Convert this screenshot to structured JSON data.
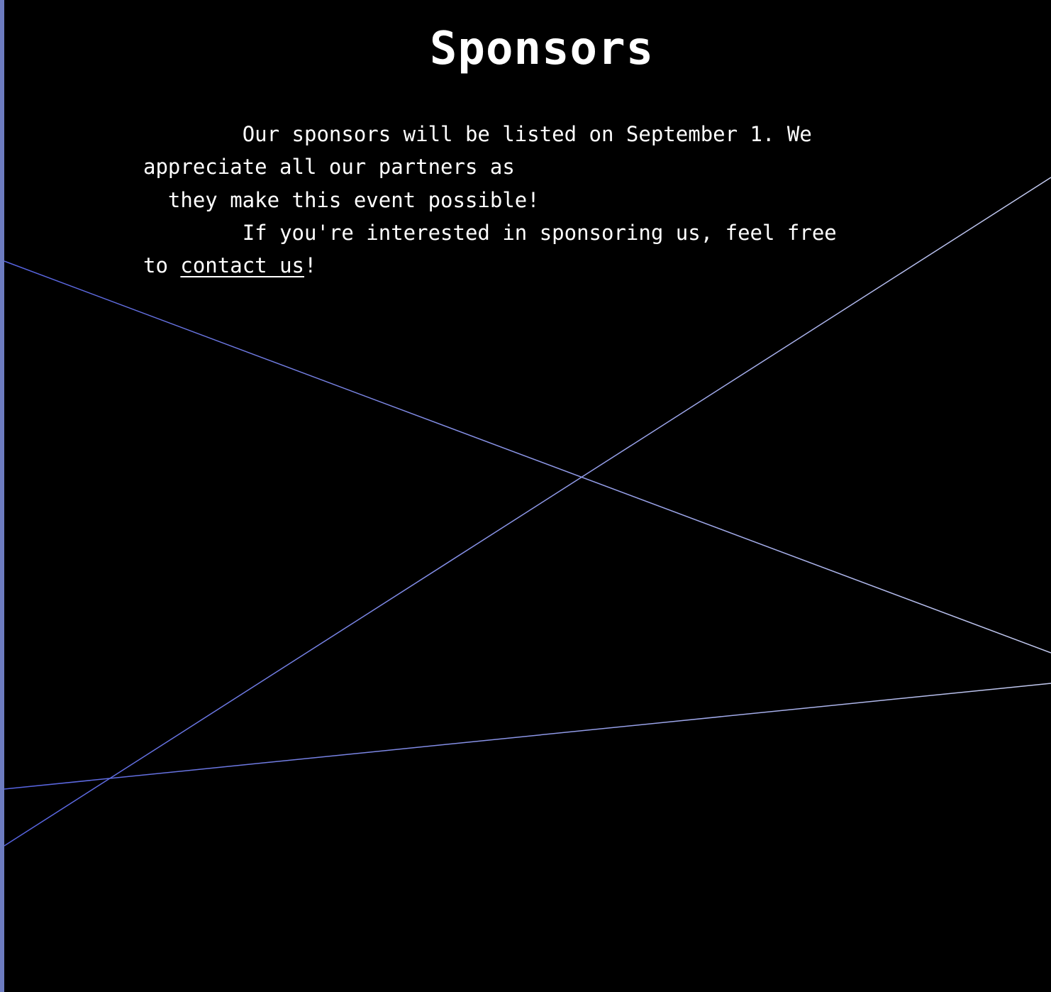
{
  "page": {
    "title": "Sponsors",
    "background_color": "#000000",
    "accent_color": "#6d7cc0",
    "paragraph_1": {
      "line_1": "Our sponsors will be listed on September 1. We",
      "line_2": "appreciate all our partners as",
      "line_3": "they make this event possible!"
    },
    "paragraph_2": {
      "line_1": "If you're interested in sponsoring us, feel free",
      "line_2_prefix": "to ",
      "link_label": "contact us",
      "line_2_suffix": "!"
    }
  }
}
